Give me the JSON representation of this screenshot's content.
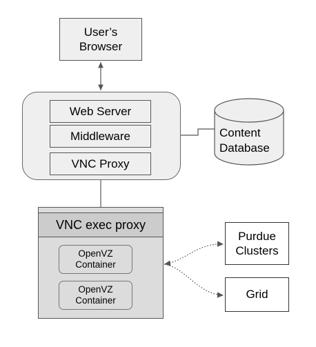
{
  "nodes": {
    "browser": "User’s\nBrowser",
    "web_server": "Web Server",
    "middleware": "Middleware",
    "vnc_proxy": "VNC Proxy",
    "database": "Content\nDatabase",
    "vnc_exec_proxy": "VNC exec proxy",
    "container_1": "OpenVZ\nContainer",
    "container_2": "OpenVZ\nContainer",
    "purdue_clusters": "Purdue\nClusters",
    "grid": "Grid"
  },
  "colors": {
    "server_fill": "#efefef",
    "exec_fill": "#dcdcdc",
    "stroke": "#555555"
  },
  "edges": [
    {
      "from": "browser",
      "to": "web_server",
      "style": "solid",
      "arrows": "both"
    },
    {
      "from": "middleware",
      "to": "database",
      "style": "solid",
      "arrows": "none"
    },
    {
      "from": "vnc_proxy",
      "to": "vnc_exec_proxy",
      "style": "solid",
      "arrows": "none"
    },
    {
      "from": "vnc_exec_proxy",
      "to": "purdue_clusters",
      "style": "dotted",
      "arrows": "both"
    },
    {
      "from": "vnc_exec_proxy",
      "to": "grid",
      "style": "dotted",
      "arrows": "both"
    }
  ]
}
